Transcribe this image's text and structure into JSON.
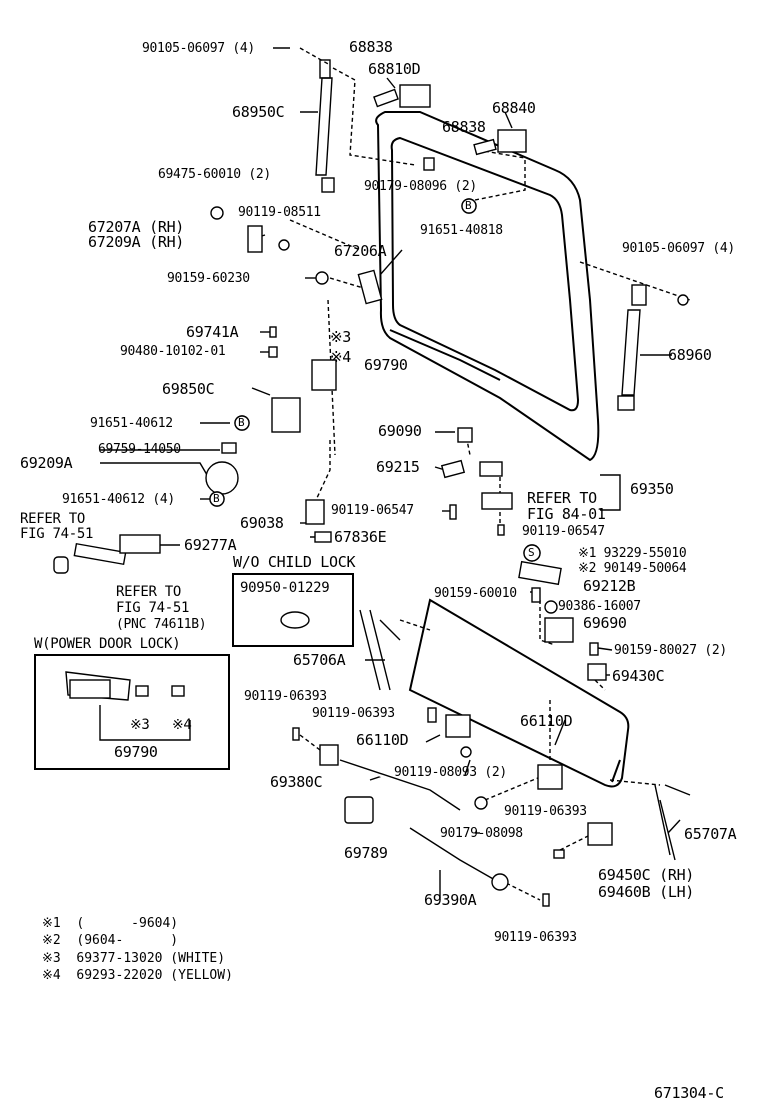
{
  "part_labels": [
    "90105-06097 (4)",
    "68838",
    "68810D",
    "68950C",
    "68840",
    "68838",
    "69475-60010 (2)",
    "90179-08096 (2)",
    "90119-08511",
    "67207A (RH)",
    "67209A (RH)",
    "91651-40818",
    "67206A",
    "90105-06097 (4)",
    "90159-60230",
    "69741A",
    "※3",
    "90480-10102-01",
    "※4",
    "69790",
    "68960",
    "69850C",
    "91651-40612",
    "69090",
    "69759-14050",
    "69209A",
    "69215",
    "69350",
    "91651-40612 (4)",
    "REFER TO",
    "FIG 84-01",
    "90119-06547",
    "90119-06547",
    "69038",
    "67836E",
    "69277A",
    "※1 93229-55010",
    "※2 90149-50064",
    "69212B",
    "90159-60010",
    "90386-16007",
    "69690",
    "90159-80027 (2)",
    "65706A",
    "69430C",
    "90119-06393",
    "90119-06393",
    "66110D",
    "66110D",
    "90119-08093 (2)",
    "69380C",
    "90119-06393",
    "90179-08098",
    "65707A",
    "69789",
    "69450C (RH)",
    "69460B (LH)",
    "69390A",
    "90119-06393"
  ],
  "refer_top_left": [
    "REFER TO",
    "FIG 74-51"
  ],
  "refer_handle": [
    "REFER TO",
    "FIG 74-51",
    "(PNC 74611B)"
  ],
  "child_lock": {
    "title": "W/O CHILD LOCK",
    "part": "90950-01229"
  },
  "power_lock": {
    "title": "W(POWER DOOR LOCK)",
    "mark3": "※3",
    "mark4": "※4",
    "part": "69790"
  },
  "circle_b": "B",
  "circle_s": "S",
  "notes": [
    "※1  (      -9604)",
    "※2  (9604-      )",
    "※3  69377-13020 (WHITE)",
    "※4  69293-22020 (YELLOW)"
  ],
  "figure_id": "671304-C"
}
